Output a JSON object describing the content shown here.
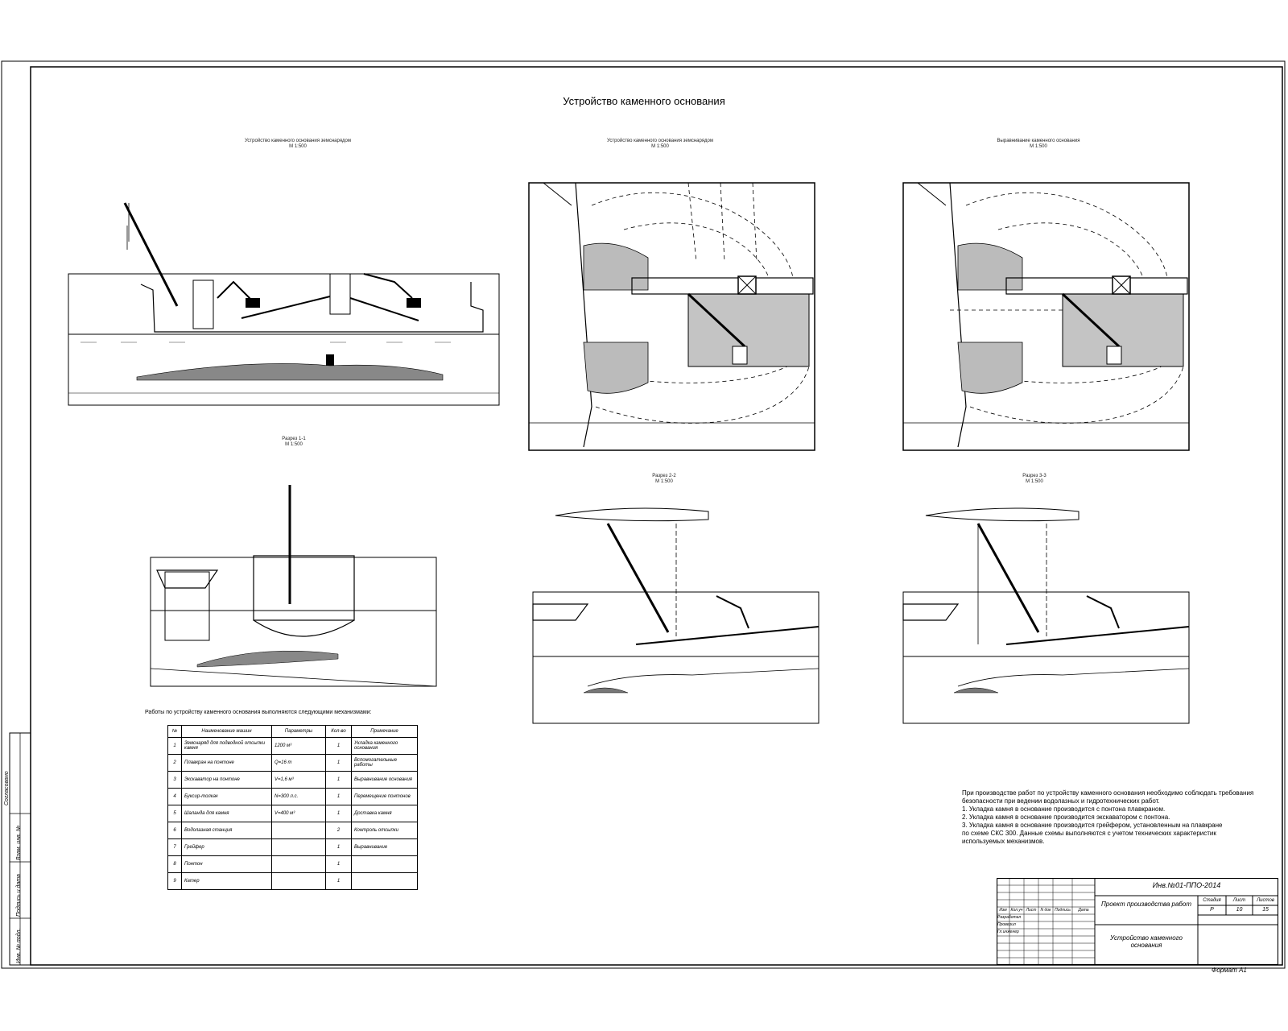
{
  "sheet": {
    "title": "Устройство каменного основания",
    "format": "Формат А1"
  },
  "views": {
    "v1": {
      "caption": "Устройство каменного основания земснарядом\nМ 1:500"
    },
    "v2": {
      "caption": "Устройство каменного основания земснарядом\nМ 1:500"
    },
    "v3": {
      "caption": "Выравнивание каменного основания\nМ 1:500"
    },
    "s11": {
      "caption": "Разрез 1-1\nМ 1:500"
    },
    "s22": {
      "caption": "Разрез 2-2\nМ 1:500"
    },
    "s33": {
      "caption": "Разрез 3-3\nМ 1:500"
    }
  },
  "table": {
    "heading": "Работы по устройству каменного основания выполняются следующими механизмами:",
    "columns": [
      "№",
      "Наименование машин",
      "Параметры",
      "Кол-во",
      "Примечание"
    ],
    "rows": [
      [
        "1",
        "Земснаряд для подводной отсыпки камня",
        "1200 м³",
        "1",
        "Укладка каменного основания"
      ],
      [
        "2",
        "Плавкран на понтоне",
        "Q=16 т",
        "1",
        "Вспомогательные работы"
      ],
      [
        "3",
        "Экскаватор на понтоне",
        "V=1,6 м³",
        "1",
        "Выравнивание основания"
      ],
      [
        "4",
        "Буксир-толкач",
        "N=300 л.с.",
        "1",
        "Перемещение понтонов"
      ],
      [
        "5",
        "Шаланда для камня",
        "V=400 м³",
        "1",
        "Доставка камня"
      ],
      [
        "6",
        "Водолазная станция",
        "",
        "2",
        "Контроль отсыпки"
      ],
      [
        "7",
        "Грейфер",
        "",
        "1",
        "Выравнивание"
      ],
      [
        "8",
        "Понтон",
        "",
        "1",
        ""
      ],
      [
        "9",
        "Катер",
        "",
        "1",
        ""
      ]
    ]
  },
  "notes": {
    "lines": [
      "При производстве работ по устройству каменного основания необходимо соблюдать требования",
      "безопасности при ведении водолазных и гидротехнических работ.",
      "1. Укладка камня в основание производится с понтона плавкраном.",
      "2. Укладка камня в основание производится экскаватором с понтона.",
      "3. Укладка камня в основание производится грейфером, установленным на плавкране",
      "по схеме СКС 300. Данные схемы выполняются с учетом технических характеристик",
      "используемых механизмов."
    ]
  },
  "stamp": {
    "code": "Инв.№01-ППО-2014",
    "project": "Проект производства работ",
    "sheet_name": "Устройство каменного основания",
    "stage_label": "Стадия",
    "sheet_label": "Лист",
    "sheets_label": "Листов",
    "stage": "Р",
    "sheet": "10",
    "sheets": "15",
    "col_headers": [
      "Изм",
      "Кол.уч",
      "Лист",
      "N док",
      "Подпись",
      "Дата"
    ],
    "roles": [
      "Разработал",
      "Проверил",
      "Гл.инженер"
    ]
  },
  "side": {
    "labels": [
      "Согласовано",
      "Взам. инв. №",
      "Подпись и дата",
      "Инв. № подл."
    ]
  }
}
